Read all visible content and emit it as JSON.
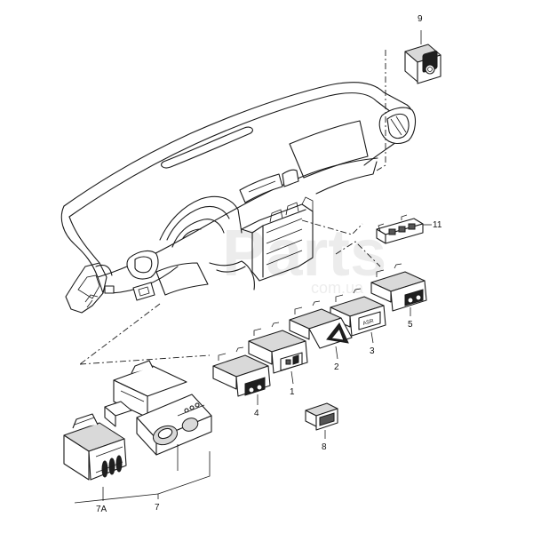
{
  "callouts": {
    "n9": "9",
    "n11": "11",
    "n5": "5",
    "n3": "3",
    "n2": "2",
    "n1": "1",
    "n4": "4",
    "n8": "8",
    "n7": "7",
    "n7a": "7A"
  },
  "button_text": {
    "asr": "ASR"
  },
  "watermark": {
    "brand": "Parts",
    "domain": "com.ua"
  }
}
